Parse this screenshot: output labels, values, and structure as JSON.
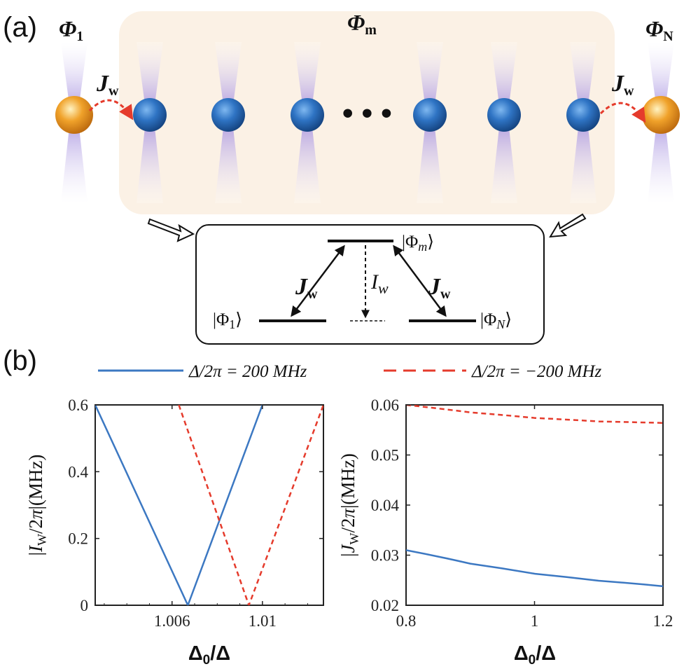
{
  "panel_a": {
    "tag": "(a)",
    "site_first": "Φ",
    "site_first_sub": "1",
    "site_middle": "Φ",
    "site_middle_sub": "m",
    "site_last": "Φ",
    "site_last_sub": "N",
    "coupling_left": "J",
    "coupling_left_sub": "w",
    "coupling_right": "J",
    "coupling_right_sub": "w",
    "ellipsis": "• • •",
    "level_diagram": {
      "top_ket": "|Φ",
      "top_ket_sub": "m",
      "left_ket": "|Φ",
      "left_ket_sub": "1",
      "right_ket": "|Φ",
      "right_ket_sub": "N",
      "ket_close": "⟩",
      "jw_left": "J",
      "jw_left_sub": "w",
      "jw_right": "J",
      "jw_right_sub": "w",
      "iw": "I",
      "iw_sub": "w"
    },
    "colors": {
      "blue_atom": "#2f74c4",
      "gold_atom": "#f0a22a",
      "beam": "#b5a6e0",
      "region": "#fbf1e5",
      "arrow": "#e53b2c"
    }
  },
  "panel_b": {
    "tag": "(b)",
    "legend": [
      {
        "text": "Δ/2π = 200 MHz",
        "color": "#3c78c2",
        "style": "solid"
      },
      {
        "text": "Δ/2π = −200 MHz",
        "color": "#e53b2c",
        "style": "dashed"
      }
    ]
  },
  "chart_data": [
    {
      "type": "line",
      "ylabel": "|I_W/2π|(MHz)",
      "xlabel": "Δ0/Δ",
      "xlim": [
        1.0026,
        1.0127
      ],
      "ylim": [
        0,
        0.6
      ],
      "xticks": [
        1.006,
        1.01
      ],
      "xtick_labels": [
        "1.006",
        "1.01"
      ],
      "yticks": [
        0,
        0.2,
        0.4,
        0.6
      ],
      "ytick_labels": [
        "0",
        "0.2",
        "0.4",
        "0.6"
      ],
      "series": [
        {
          "name": "Δ/2π = 200 MHz",
          "color": "#3c78c2",
          "dash": "solid",
          "x": [
            1.0026,
            1.0067,
            1.01
          ],
          "y": [
            0.6,
            0.0,
            0.6
          ]
        },
        {
          "name": "Δ/2π = −200 MHz",
          "color": "#e53b2c",
          "dash": "dashed",
          "x": [
            1.0063,
            1.0094,
            1.0127
          ],
          "y": [
            0.6,
            0.0,
            0.6
          ]
        }
      ]
    },
    {
      "type": "line",
      "ylabel": "|J_W/2π|(MHz)",
      "xlabel": "Δ0/Δ",
      "xlim": [
        0.8,
        1.2
      ],
      "ylim": [
        0.02,
        0.06
      ],
      "xticks": [
        0.8,
        1.0,
        1.2
      ],
      "xtick_labels": [
        "0.8",
        "1",
        "1.2"
      ],
      "yticks": [
        0.02,
        0.03,
        0.04,
        0.05,
        0.06
      ],
      "ytick_labels": [
        "0.02",
        "0.03",
        "0.04",
        "0.05",
        "0.06"
      ],
      "series": [
        {
          "name": "Δ/2π = 200 MHz",
          "color": "#3c78c2",
          "dash": "solid",
          "x": [
            0.8,
            0.9,
            1.0,
            1.1,
            1.2
          ],
          "y": [
            0.031,
            0.0283,
            0.0263,
            0.0249,
            0.0238
          ]
        },
        {
          "name": "Δ/2π = −200 MHz",
          "color": "#e53b2c",
          "dash": "dashed",
          "x": [
            0.8,
            0.9,
            1.0,
            1.1,
            1.2
          ],
          "y": [
            0.06,
            0.0585,
            0.0574,
            0.0567,
            0.0564
          ]
        }
      ]
    }
  ]
}
